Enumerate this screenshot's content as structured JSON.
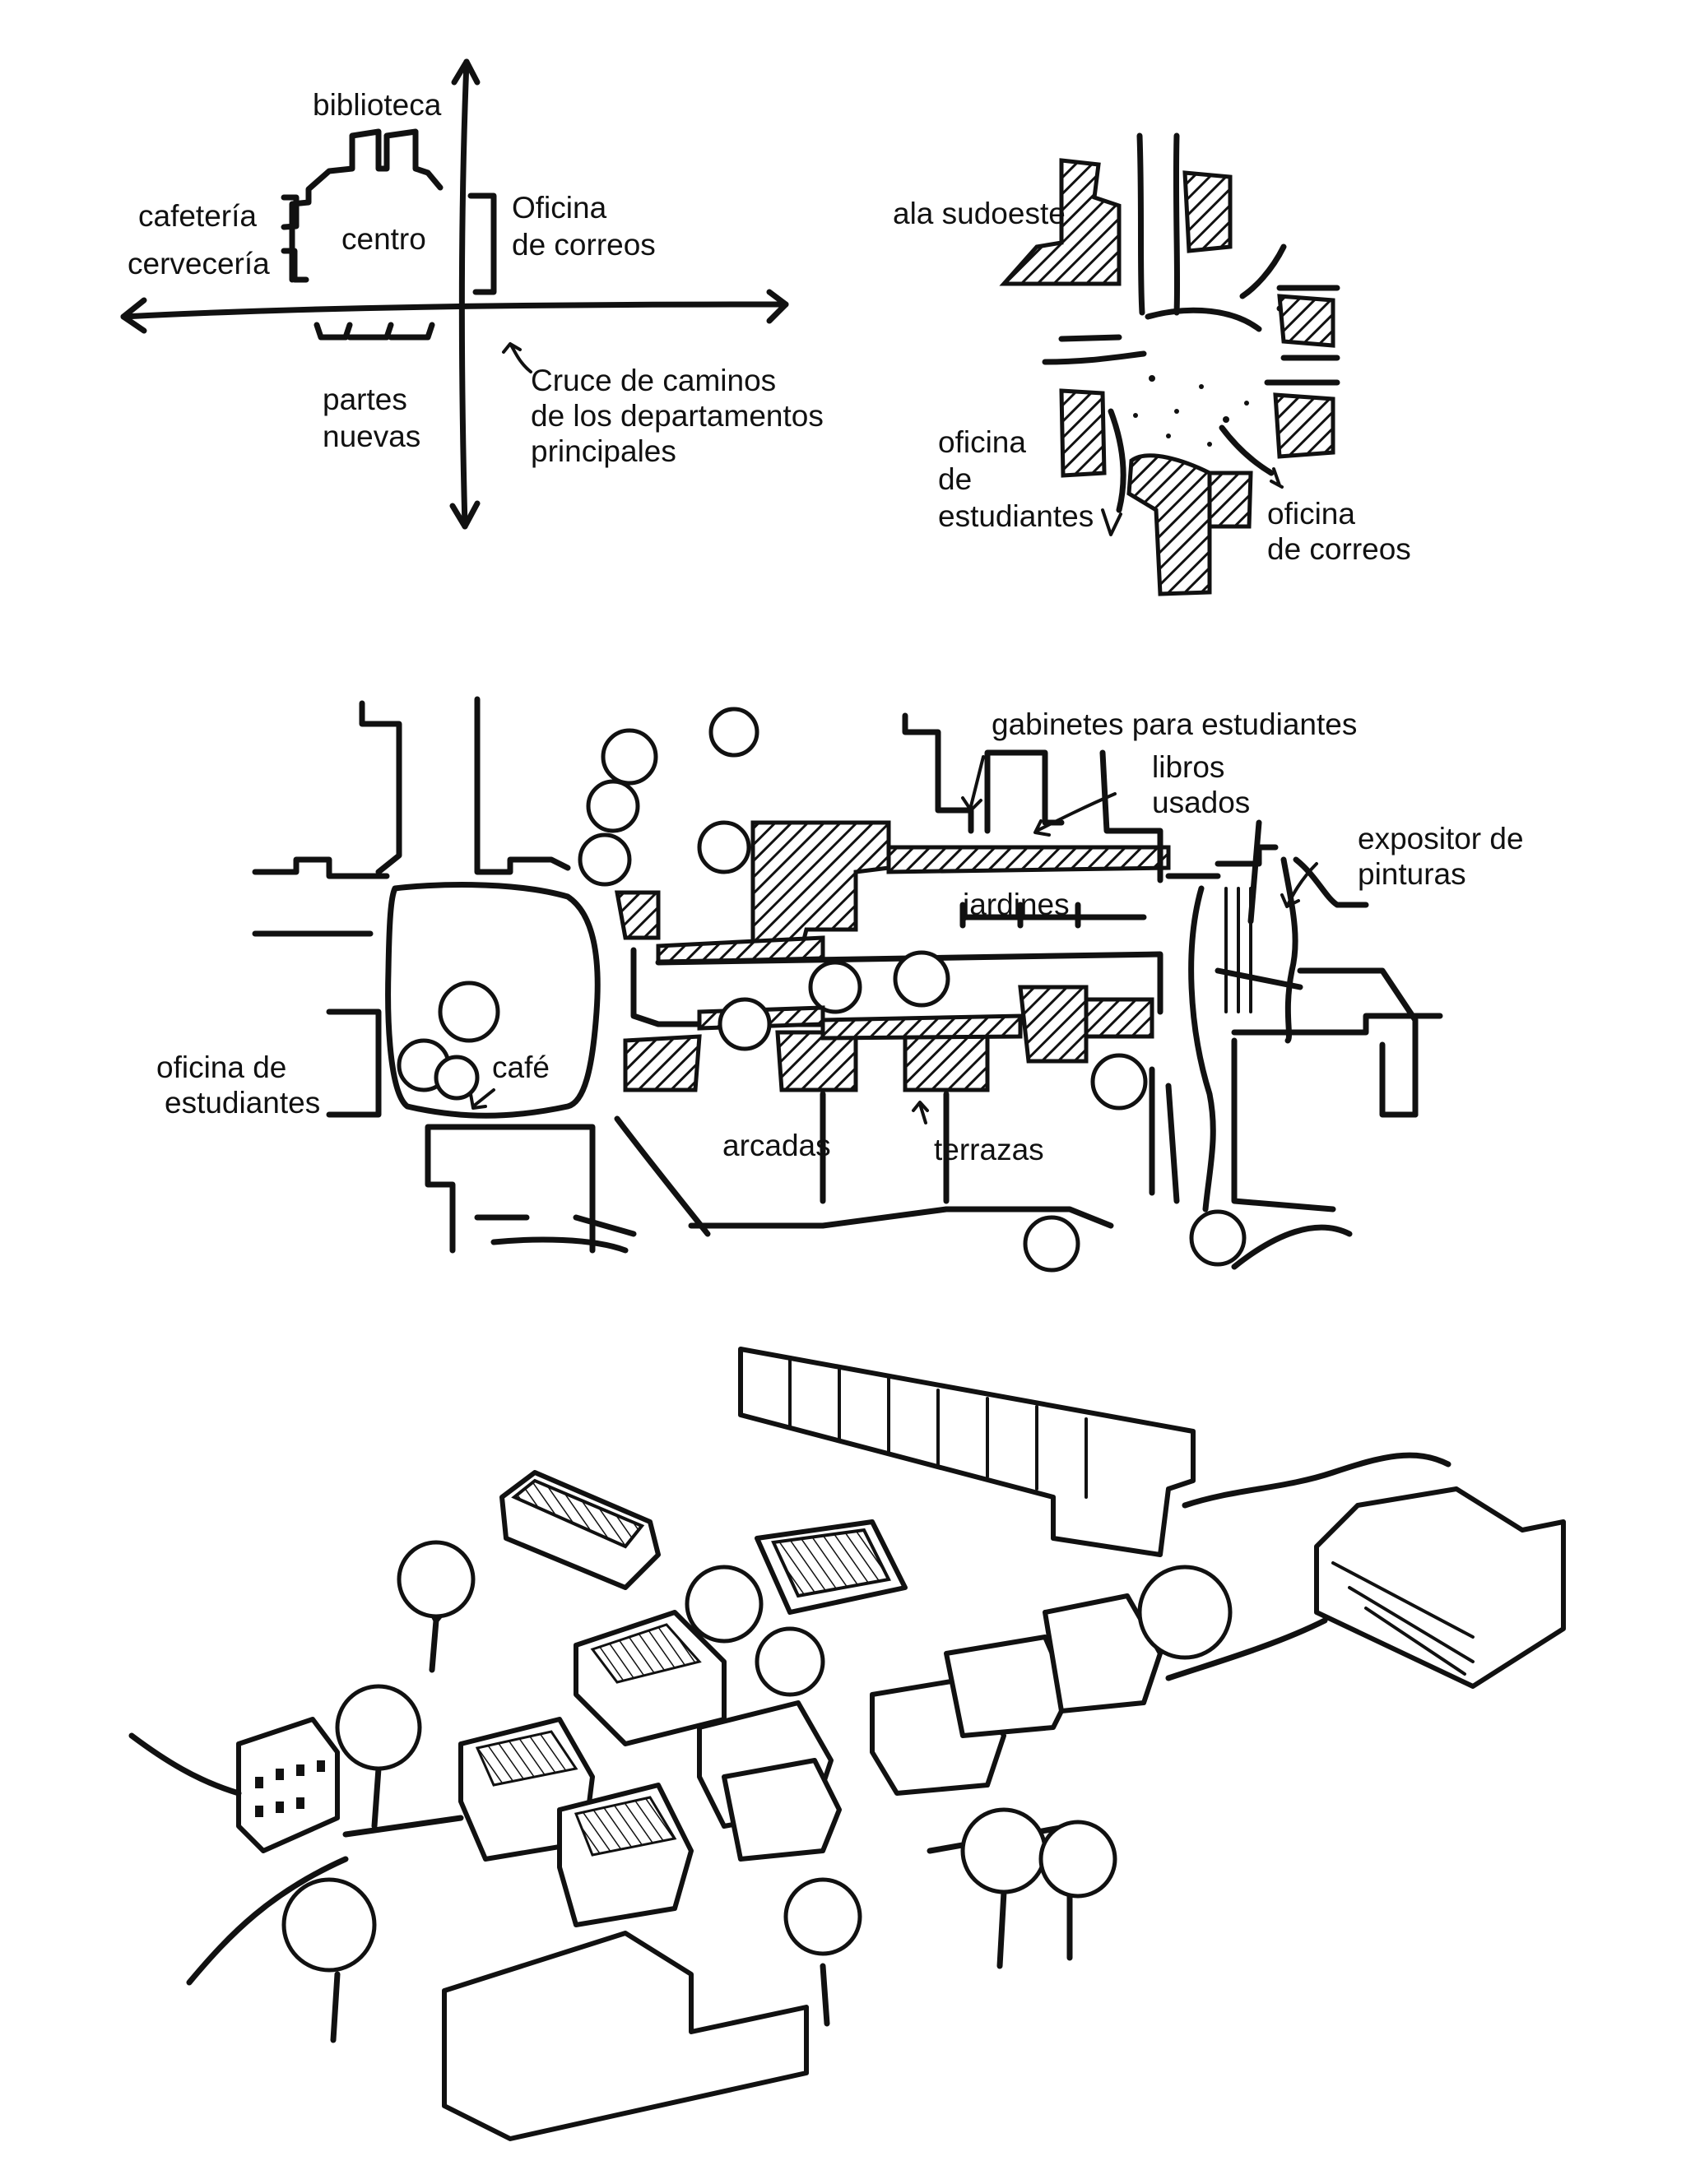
{
  "diagram1": {
    "labels": {
      "biblioteca": "biblioteca",
      "cafeteria": "cafetería",
      "cerveceria": "cervecería",
      "centro": "centro",
      "oficina_correos_1": "Oficina",
      "oficina_correos_2": "de correos",
      "partes_1": "partes",
      "partes_2": "nuevas",
      "cruce_1": "Cruce de caminos",
      "cruce_2": "de los departamentos",
      "cruce_3": "principales"
    }
  },
  "diagram2": {
    "labels": {
      "ala_sudoeste": "ala sudoeste",
      "oficina_est_1": "oficina",
      "oficina_est_2": "de",
      "oficina_est_3": "estudiantes",
      "oficina_corr_1": "oficina",
      "oficina_corr_2": "de correos"
    }
  },
  "diagram3": {
    "labels": {
      "gabinetes": "gabinetes para estudiantes",
      "libros_1": "libros",
      "libros_2": "usados",
      "expositor_1": "expositor de",
      "expositor_2": "pinturas",
      "jardines": "jardines",
      "oficina_est_1": "oficina de",
      "oficina_est_2": "estudiantes",
      "cafe": "café",
      "arcadas": "arcadas",
      "terrazas": "terrazas"
    }
  }
}
